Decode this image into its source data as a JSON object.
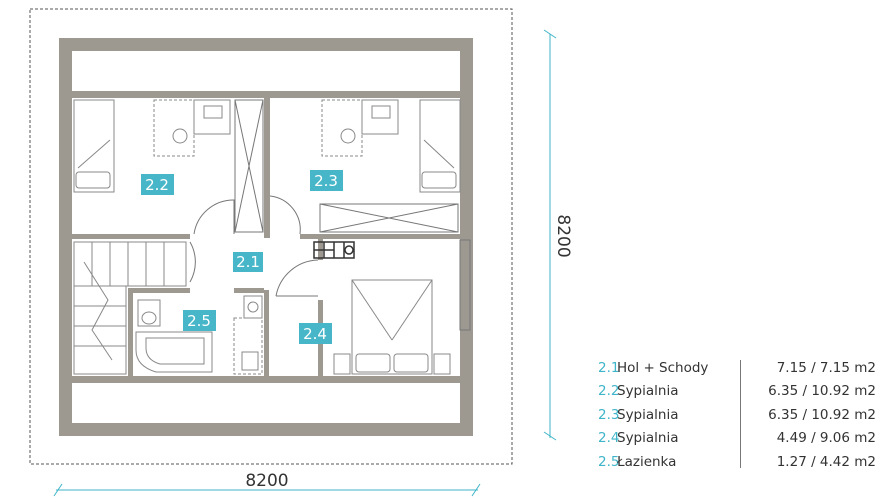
{
  "plan": {
    "width_label": "8200",
    "height_label": "8200",
    "rooms": [
      {
        "id": "2.1"
      },
      {
        "id": "2.2"
      },
      {
        "id": "2.3"
      },
      {
        "id": "2.4"
      },
      {
        "id": "2.5"
      }
    ]
  },
  "legend": {
    "rows": [
      {
        "num": "2.1",
        "name": "Hol + Schody",
        "area": "7.15 / 7.15 m2"
      },
      {
        "num": "2.2",
        "name": "Sypialnia",
        "area": "6.35 / 10.92 m2"
      },
      {
        "num": "2.3",
        "name": "Sypialnia",
        "area": "6.35 / 10.92 m2"
      },
      {
        "num": "2.4",
        "name": "Sypialnia",
        "area": "4.49 / 9.06 m2"
      },
      {
        "num": "2.5",
        "name": "Łazienka",
        "area": "1.27 / 4.42 m2"
      }
    ]
  },
  "colors": {
    "wall": "#9d9890",
    "label_bg": "#46b6c8",
    "dimension": "#3fb5c9",
    "line": "#777777"
  }
}
